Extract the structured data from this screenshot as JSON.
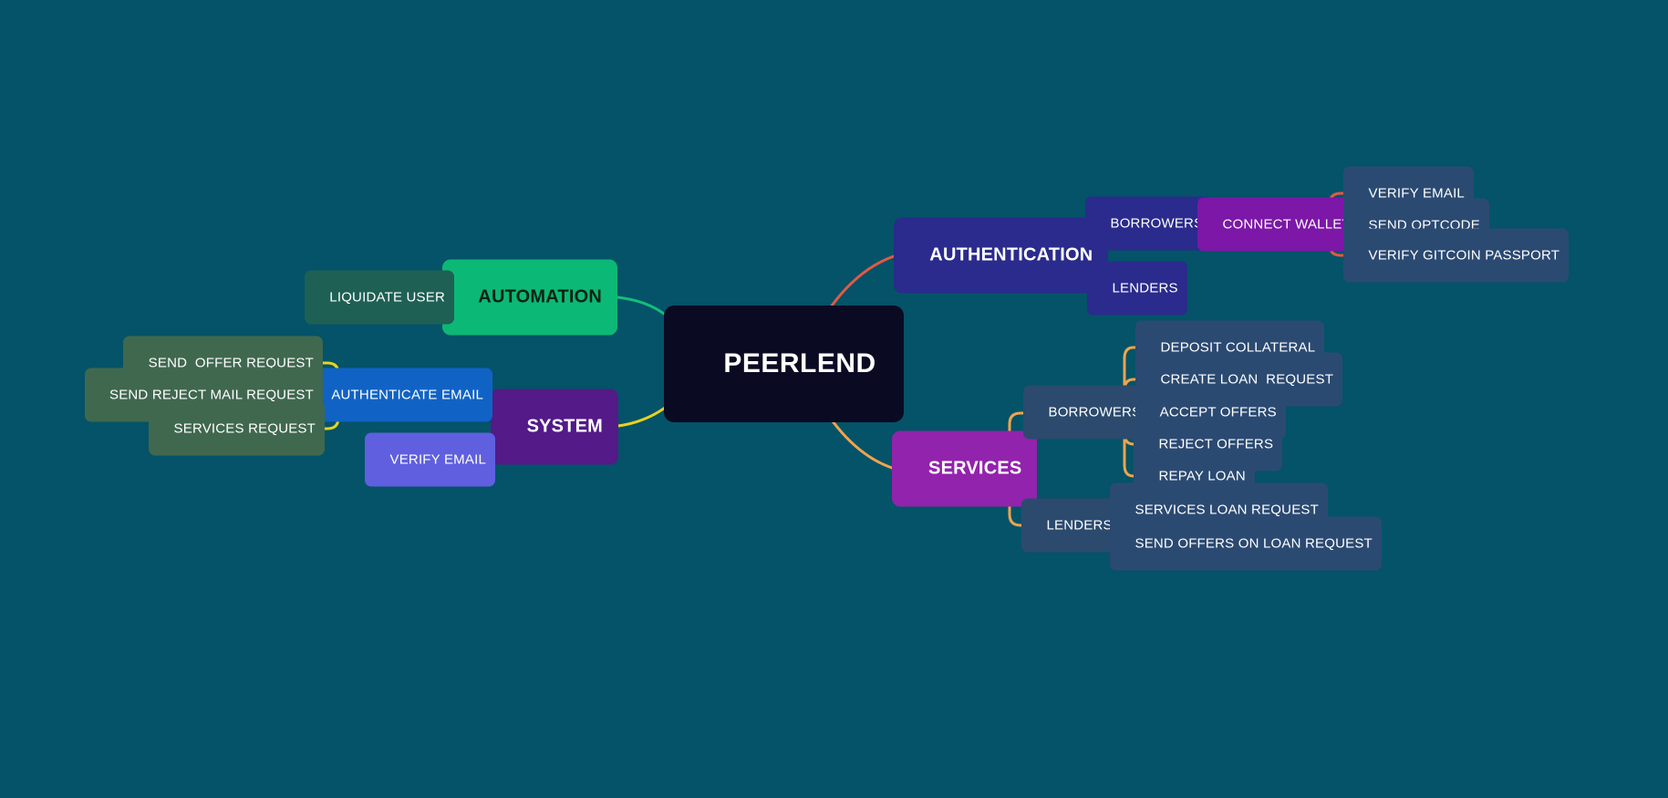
{
  "app": {
    "type": "mind-map",
    "background_color": "#045368"
  },
  "palette": {
    "root_bg": "#0a0a23",
    "green_bright": "#0cb875",
    "green_dark": "#1e6054",
    "green_muted": "#40684f",
    "purple_deep": "#531a88",
    "blue_bright": "#1063c5",
    "periwinkle": "#5f5fe0",
    "indigo": "#2a2b8c",
    "purple_vivid": "#7c17a8",
    "slate_blue": "#2b4a72",
    "magenta_purple": "#9223ac"
  },
  "mindmap": {
    "root": {
      "label": "PEERLEND"
    },
    "branches": [
      {
        "id": "automation",
        "label": "AUTOMATION",
        "line_color": "#15bd7b",
        "children": [
          {
            "label": "LIQUIDATE USER"
          }
        ]
      },
      {
        "id": "system",
        "label": "SYSTEM",
        "line_color": "#e5d320",
        "children": [
          {
            "label": "AUTHENTICATE EMAIL",
            "children": [
              {
                "label": "SEND  OFFER REQUEST"
              },
              {
                "label": "SEND REJECT MAIL REQUEST"
              },
              {
                "label": "SERVICES REQUEST"
              }
            ]
          },
          {
            "label": "VERIFY EMAIL"
          }
        ]
      },
      {
        "id": "authentication",
        "label": "AUTHENTICATION",
        "line_color": "#e45945",
        "children": [
          {
            "label": "BORROWERS",
            "children": [
              {
                "label": "CONNECT WALLET",
                "children": [
                  {
                    "label": "VERIFY EMAIL"
                  },
                  {
                    "label": "SEND OPTCODE"
                  },
                  {
                    "label": "VERIFY GITCOIN PASSPORT"
                  }
                ]
              }
            ]
          },
          {
            "label": "LENDERS"
          }
        ]
      },
      {
        "id": "services",
        "label": "SERVICES",
        "line_color": "#f0a44e",
        "children": [
          {
            "label": "BORROWERS",
            "children": [
              {
                "label": "DEPOSIT COLLATERAL"
              },
              {
                "label": "CREATE LOAN  REQUEST"
              },
              {
                "label": "ACCEPT OFFERS"
              },
              {
                "label": "REJECT OFFERS"
              },
              {
                "label": "REPAY LOAN"
              }
            ]
          },
          {
            "label": "LENDERS",
            "children": [
              {
                "label": "SERVICES LOAN REQUEST"
              },
              {
                "label": "SEND OFFERS ON LOAN REQUEST"
              }
            ]
          }
        ]
      }
    ]
  }
}
